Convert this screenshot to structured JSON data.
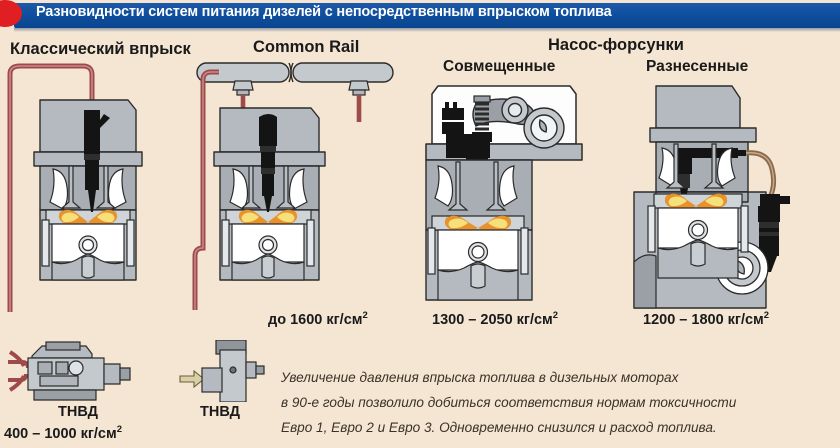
{
  "header": {
    "title": "Разновидности систем питания дизелей с непосредственным впрыском топлива",
    "bar_color": "#0f4f9e",
    "dot_color": "#e01f22"
  },
  "columns": {
    "classic": "Классический впрыск",
    "common_rail": "Common Rail",
    "unit_injector": "Насос-форсунки",
    "combined": "Совмещенные",
    "separated": "Разнесенные"
  },
  "pressures": {
    "common_rail": "до 1600 кг/см",
    "common_rail_sup": "2",
    "combined": "1300 – 2050 кг/см",
    "combined_sup": "2",
    "separated": "1200 – 1800 кг/см",
    "separated_sup": "2",
    "pump_classic": "400 – 1000 кг/см",
    "pump_classic_sup": "2"
  },
  "labels": {
    "pump_left": "ТНВД",
    "pump_right": "ТНВД"
  },
  "note": {
    "line1": "Увеличение давления впрыска топлива в дизельных моторах",
    "line2": "в 90-е годы позволило добиться соответствия нормам токсичности",
    "line3": "Евро 1, Евро 2 и Евро 3. Одновременно снизился и расход топлива."
  },
  "colors": {
    "background": "#f4e6d2",
    "fuel_line": "#9e4a4a",
    "metal_light": "#c9ced3",
    "metal_mid": "#a8aeb4",
    "metal_dark": "#8f959b",
    "injector_black": "#141414",
    "flame_orange": "#e8922e",
    "flame_yellow": "#f6e07a",
    "outline": "#2b2b2b"
  }
}
